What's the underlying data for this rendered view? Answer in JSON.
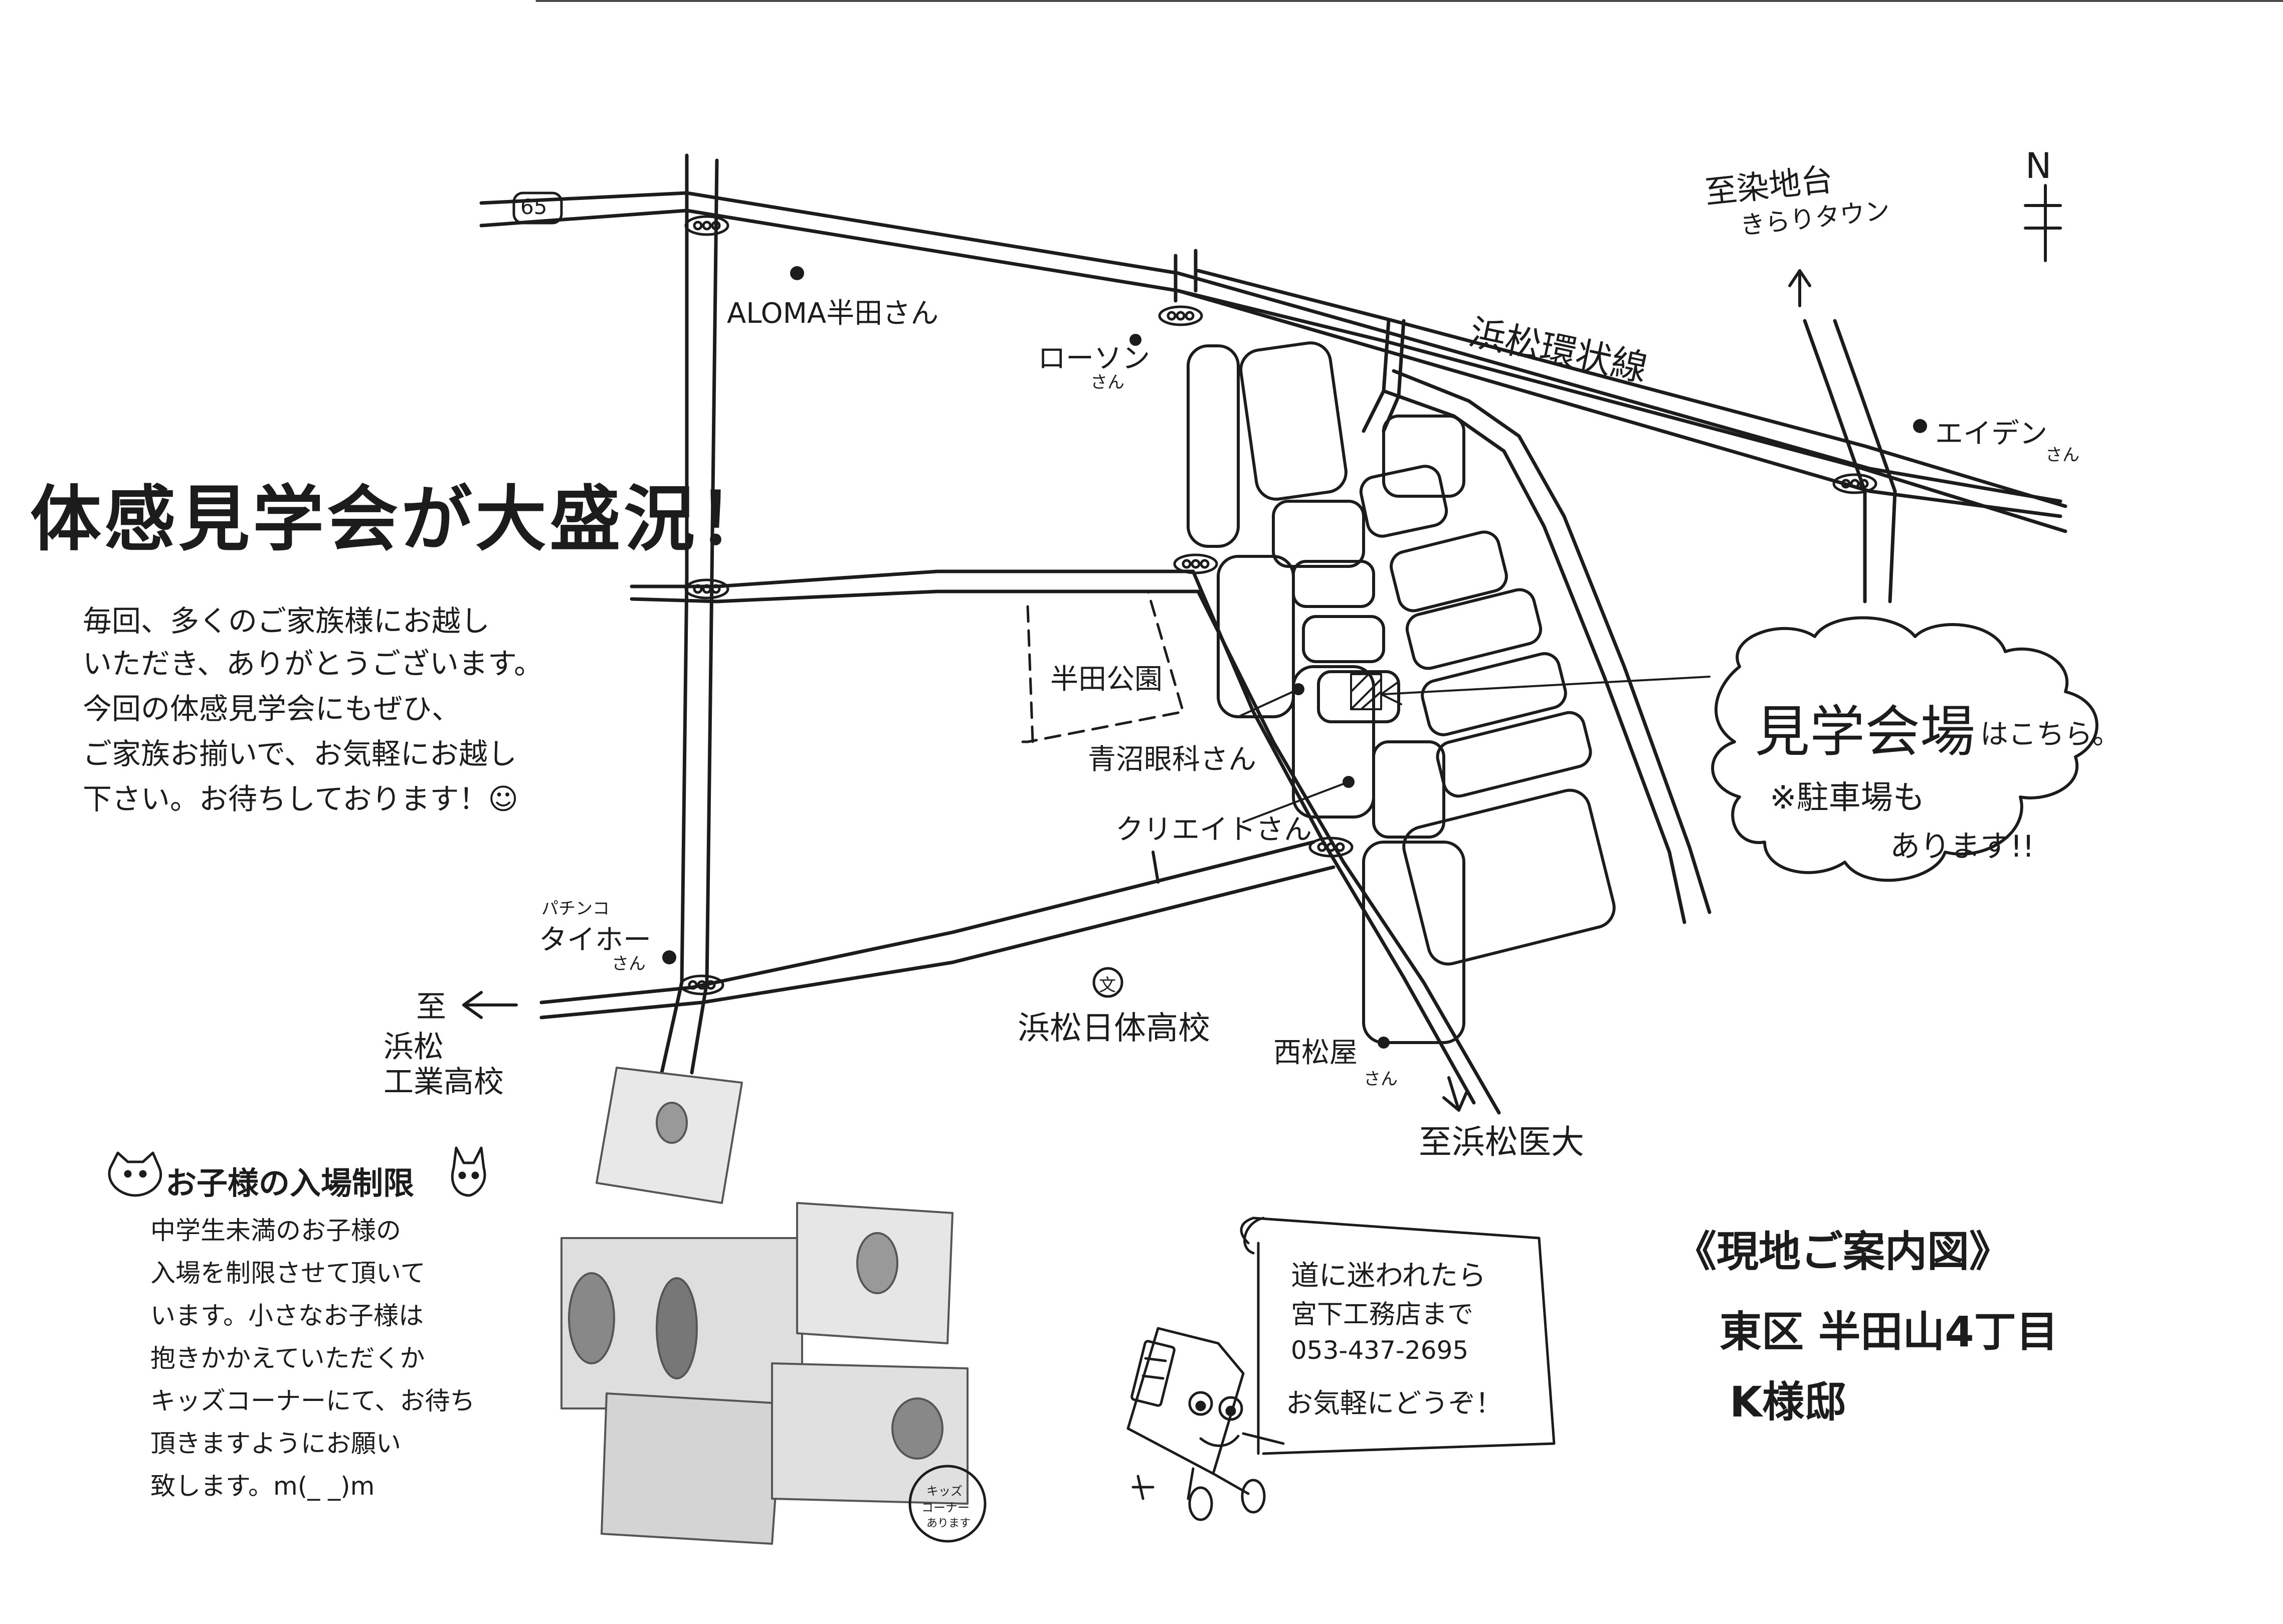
{
  "headline": "体感見学会が大盛況！",
  "intro_lines": [
    "毎回、多くのご家族様にお越し",
    "いただき、ありがとうございます。",
    "今回の体感見学会にもぜひ、",
    "ご家族お揃いで、お気軽にお越し",
    "下さい。お待ちしております！☺"
  ],
  "compass": "N",
  "route_shield": "65",
  "roads": {
    "ring_road": "浜松環状線",
    "to_northeast_line1": "至染地台",
    "to_northeast_line2": "きらりタウン",
    "to_south": "至浜松医大",
    "to_west_line1": "至",
    "to_west_line2": "浜松",
    "to_west_line3": "工業高校"
  },
  "landmarks": {
    "aloma": "ALOMA半田さん",
    "lawson_name": "ローソン",
    "lawson_suffix": "さん",
    "aiden_name": "エイデン",
    "aiden_suffix": "さん",
    "park": "半田公園",
    "aonuma": "青沼眼科さん",
    "create": "クリエイトさん",
    "taiho_note": "パチンコ",
    "taiho_name": "タイホー",
    "taiho_suffix": "さん",
    "school_mark": "文",
    "school": "浜松日体高校",
    "nishimatsuya_name": "西松屋",
    "nishimatsuya_suffix": "さん"
  },
  "venue_bubble": {
    "main": "見学会場",
    "suffix": "はこちら。",
    "parking_line1": "※駐車場も",
    "parking_line2": "あります!!"
  },
  "kids_notice": {
    "title": "お子様の入場制限",
    "lines": [
      "中学生未満のお子様の",
      "入場を制限させて頂いて",
      "います。小さなお子様は",
      "抱きかかえていただくか",
      "キッズコーナーにて、お待ち",
      "頂きますようにお願い",
      "致します。m(_ _)m"
    ]
  },
  "kids_corner_badge": [
    "キッズ",
    "コーナー",
    "あります"
  ],
  "help_note": {
    "line1": "道に迷われたら",
    "line2": "宮下工務店まで",
    "phone": "053-437-2695",
    "line4": "お気軽にどうぞ！"
  },
  "site_info": {
    "title": "《現地ご案内図》",
    "address": "東区 半田山4丁目",
    "house": "K様邸"
  }
}
